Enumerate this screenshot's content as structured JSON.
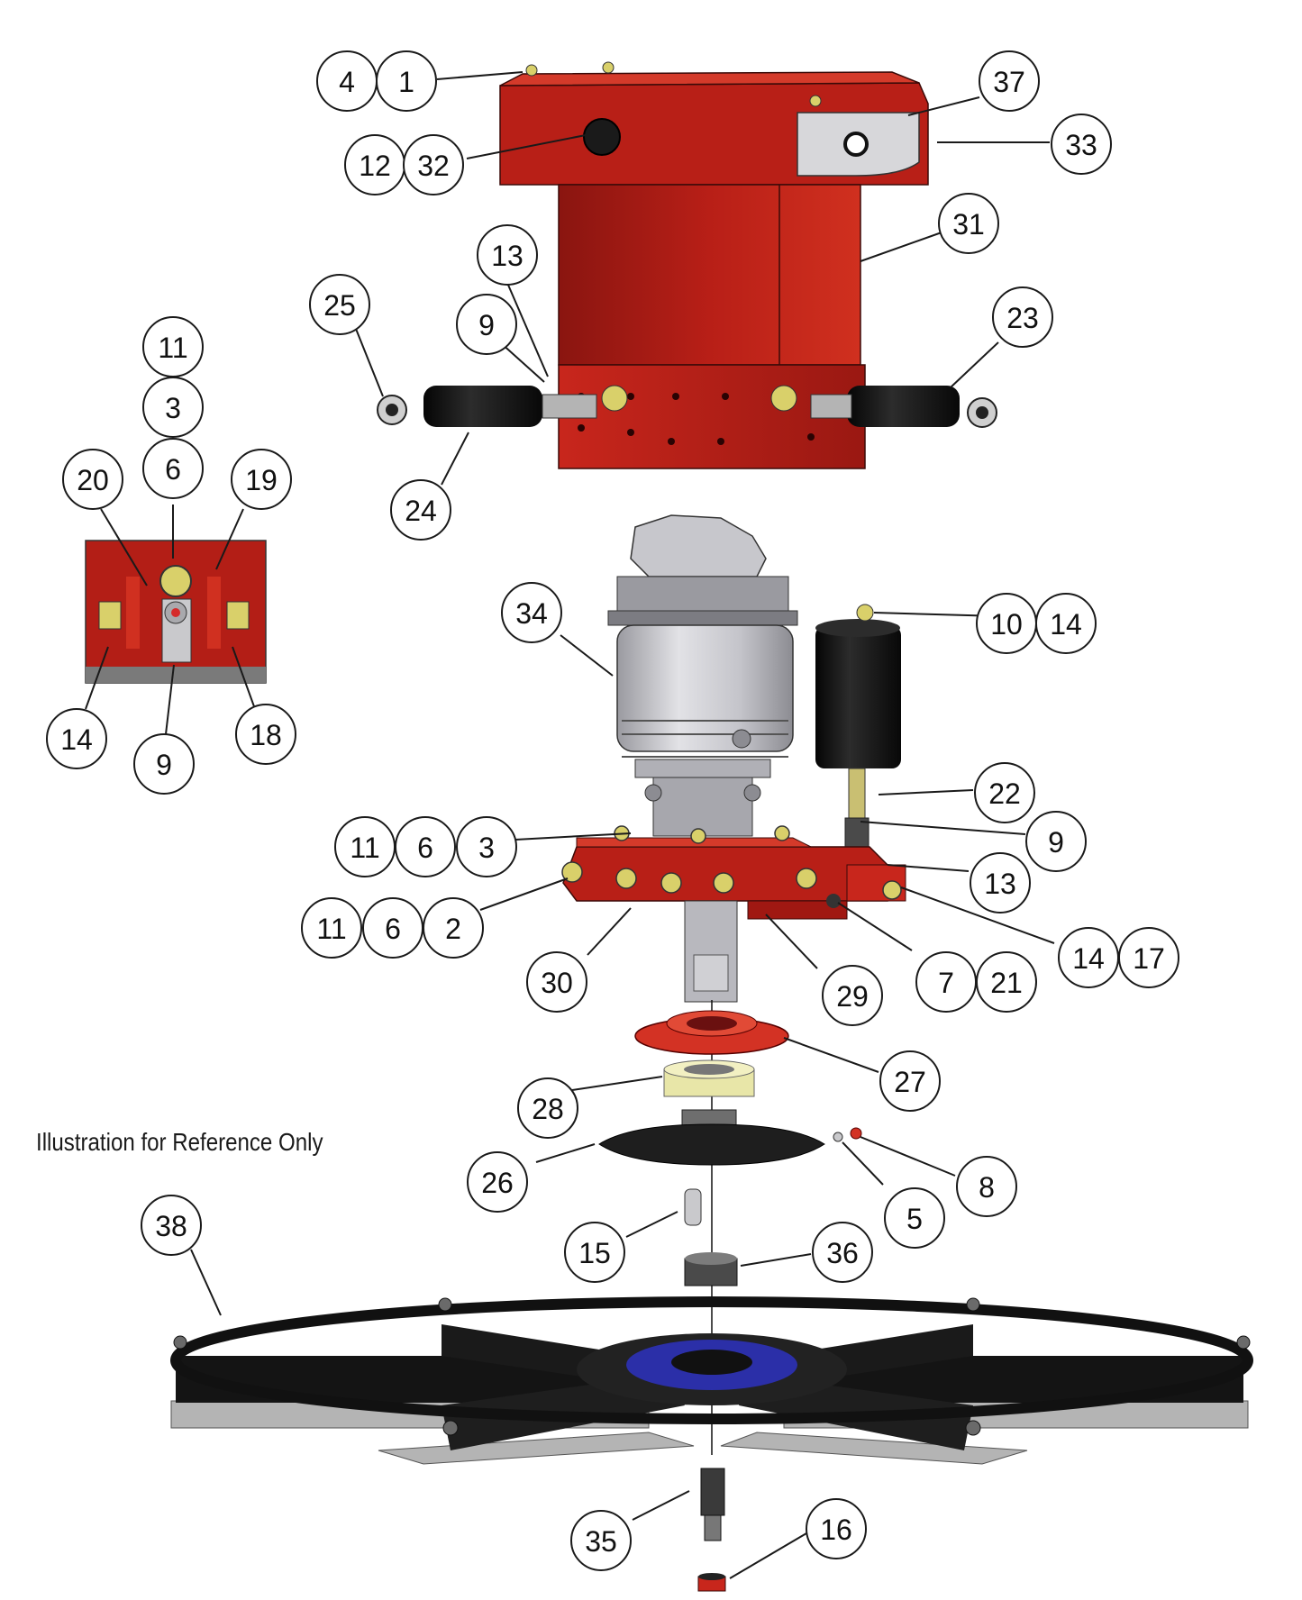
{
  "note": "Illustration for Reference Only",
  "colors": {
    "housing_red": "#c8261c",
    "housing_dark": "#8a1510",
    "gearbox_gray": "#c8c8cc",
    "rubber_black": "#151515",
    "blade_gray": "#b4b4b4",
    "motor_blue": "#2b2fa8",
    "callout_stroke": "#1a1a1a"
  },
  "callouts": [
    {
      "id": "c1",
      "label": "1"
    },
    {
      "id": "c2",
      "label": "2"
    },
    {
      "id": "c3a",
      "label": "3"
    },
    {
      "id": "c3b",
      "label": "3"
    },
    {
      "id": "c4",
      "label": "4"
    },
    {
      "id": "c5",
      "label": "5"
    },
    {
      "id": "c6a",
      "label": "6"
    },
    {
      "id": "c6b",
      "label": "6"
    },
    {
      "id": "c6c",
      "label": "6"
    },
    {
      "id": "c7",
      "label": "7"
    },
    {
      "id": "c8",
      "label": "8"
    },
    {
      "id": "c9a",
      "label": "9"
    },
    {
      "id": "c9b",
      "label": "9"
    },
    {
      "id": "c9c",
      "label": "9"
    },
    {
      "id": "c10",
      "label": "10"
    },
    {
      "id": "c11a",
      "label": "11"
    },
    {
      "id": "c11b",
      "label": "11"
    },
    {
      "id": "c11c",
      "label": "11"
    },
    {
      "id": "c12",
      "label": "12"
    },
    {
      "id": "c13a",
      "label": "13"
    },
    {
      "id": "c13b",
      "label": "13"
    },
    {
      "id": "c14a",
      "label": "14"
    },
    {
      "id": "c14b",
      "label": "14"
    },
    {
      "id": "c14c",
      "label": "14"
    },
    {
      "id": "c15",
      "label": "15"
    },
    {
      "id": "c16",
      "label": "16"
    },
    {
      "id": "c17",
      "label": "17"
    },
    {
      "id": "c18",
      "label": "18"
    },
    {
      "id": "c19",
      "label": "19"
    },
    {
      "id": "c20",
      "label": "20"
    },
    {
      "id": "c21",
      "label": "21"
    },
    {
      "id": "c22",
      "label": "22"
    },
    {
      "id": "c23",
      "label": "23"
    },
    {
      "id": "c24",
      "label": "24"
    },
    {
      "id": "c25",
      "label": "25"
    },
    {
      "id": "c26",
      "label": "26"
    },
    {
      "id": "c27",
      "label": "27"
    },
    {
      "id": "c28",
      "label": "28"
    },
    {
      "id": "c29",
      "label": "29"
    },
    {
      "id": "c30",
      "label": "30"
    },
    {
      "id": "c31",
      "label": "31"
    },
    {
      "id": "c32",
      "label": "32"
    },
    {
      "id": "c33",
      "label": "33"
    },
    {
      "id": "c34",
      "label": "34"
    },
    {
      "id": "c35",
      "label": "35"
    },
    {
      "id": "c36",
      "label": "36"
    },
    {
      "id": "c37",
      "label": "37"
    },
    {
      "id": "c38",
      "label": "38"
    }
  ]
}
